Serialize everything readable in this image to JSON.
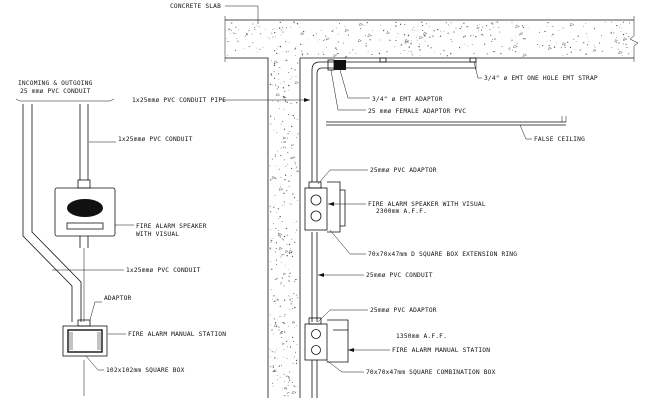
{
  "labels": {
    "concrete_slab": "CONCRETE SLAB",
    "incoming_line1": "INCOMING & OUTGOING",
    "incoming_line2": "25 mmø PVC CONDUIT",
    "left_conduit_top": "1x25mmø PVC CONDUIT",
    "speaker_line1": "FIRE ALARM SPEAKER",
    "speaker_line2": "WITH VISUAL",
    "left_conduit_mid": "1x25mmø PVC CONDUIT",
    "left_adaptor": "ADAPTOR",
    "left_manual_station": "FIRE ALARM MANUAL STATION",
    "left_square_box": "102x102mm SQUARE BOX",
    "conduit_pipe": "1x25mmø PVC CONDUIT PIPE",
    "emt_adaptor": "3/4\" ø EMT ADAPTOR",
    "female_adaptor": "25 mmø FEMALE ADAPTOR PVC",
    "emt_strap": "3/4\" ø EMT ONE HOLE EMT STRAP",
    "false_ceiling": "FALSE CEILING",
    "right_adaptor_top": "25mmø PVC ADAPTOR",
    "right_speaker": "FIRE ALARM SPEAKER WITH VISUAL",
    "speaker_height": "2300mm A.F.F.",
    "extension_ring": "70x70x47mm D SQUARE BOX EXTENSION RING",
    "right_conduit": "25mmø PVC CONDUIT",
    "right_adaptor_bottom": "25mmø PVC ADAPTOR",
    "station_height": "1350mm A.F.F.",
    "right_manual_station": "FIRE ALARM MANUAL STATION",
    "combination_box": "70x70x47mm SQUARE COMBINATION BOX"
  }
}
